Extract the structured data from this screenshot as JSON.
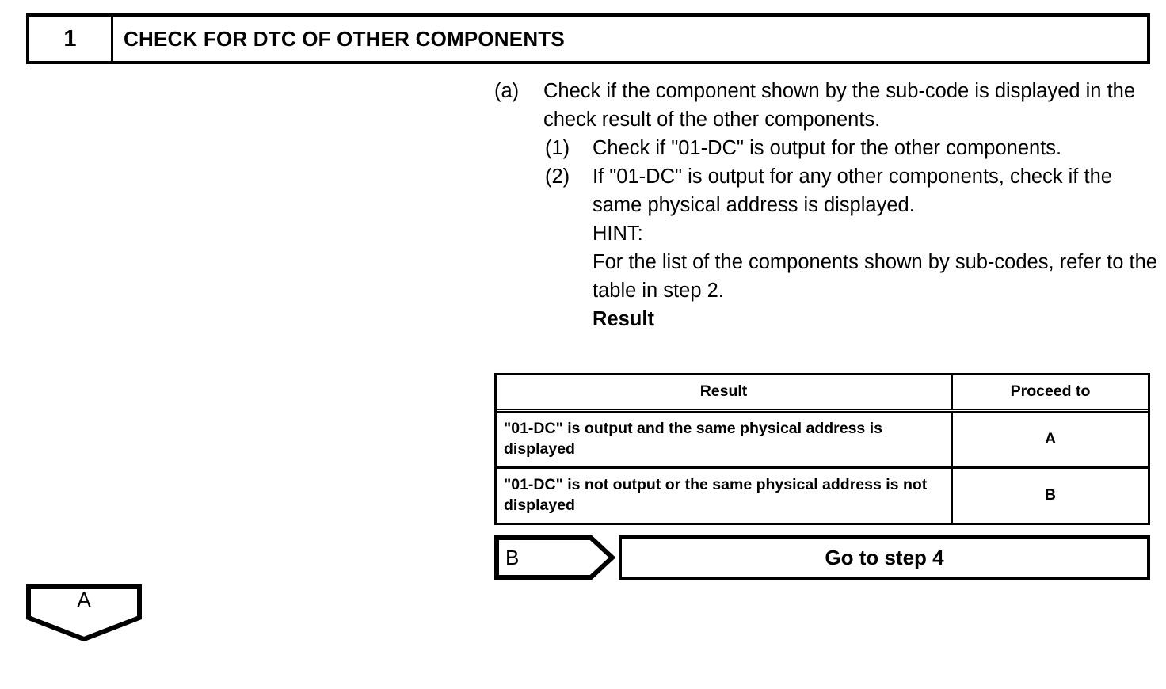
{
  "step": {
    "number": "1",
    "title": "CHECK FOR DTC OF OTHER COMPONENTS"
  },
  "procedure": {
    "items": [
      {
        "marker": "(a)",
        "text": "Check if the component shown by the sub-code is displayed in the check result of the other components."
      },
      {
        "marker": "(1)",
        "text": "Check if \"01-DC\" is output for the other components."
      },
      {
        "marker": "(2)",
        "text": "If \"01-DC\" is output for any other components, check if the same physical address is displayed."
      }
    ],
    "hint_label": "HINT:",
    "hint_text": "For the list of the components shown by sub-codes, refer to the table in step 2.",
    "result_label": "Result"
  },
  "result_table": {
    "headers": [
      "Result",
      "Proceed to"
    ],
    "rows": [
      {
        "result": "\"01-DC\" is output and the same physical address is displayed",
        "proceed_to": "A"
      },
      {
        "result": "\"01-DC\" is not output or the same physical address is not displayed",
        "proceed_to": "B"
      }
    ]
  },
  "connectors": {
    "goto": {
      "label": "B",
      "action": "Go to step 4"
    },
    "page_exit": {
      "label": "A"
    }
  },
  "colors": {
    "ink": "#000000",
    "page": "#ffffff"
  }
}
